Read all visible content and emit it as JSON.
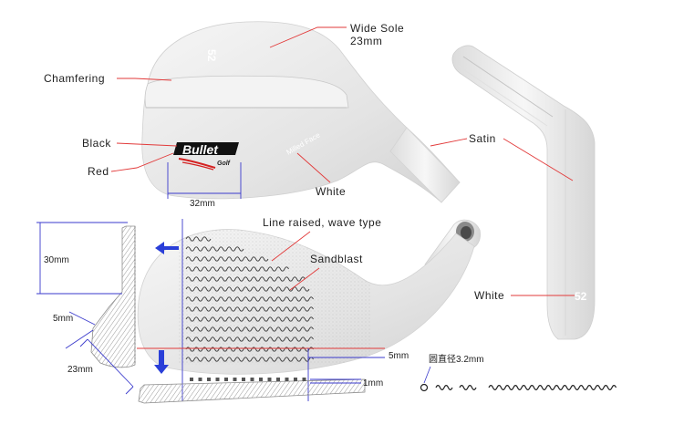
{
  "labels": {
    "wide_sole": "Wide  Sole",
    "wide_sole_size": "23mm",
    "chamfering": "Chamfering",
    "black": "Black",
    "red": "Red",
    "white_face": "White",
    "satin": "Satin",
    "white_side": "White",
    "logo_main": "Bullet",
    "logo_sub": "Golf",
    "milled_face": "Milled Face",
    "loft_top": "52",
    "loft_side": "52",
    "dim_32": "32mm",
    "line_raised": "Line raised, wave type",
    "sandblast": "Sandblast",
    "dim_30": "30mm",
    "dim_5_left": "5mm",
    "dim_23": "23mm",
    "dim_5_right": "5mm",
    "dim_1": "1mm",
    "circle_diameter": "圆直径3.2mm"
  },
  "colors": {
    "leader_line": "#e23a3a",
    "dimension_line": "#3a3acc",
    "arrow": "#2a3fd8",
    "logo_red": "#d42020"
  }
}
